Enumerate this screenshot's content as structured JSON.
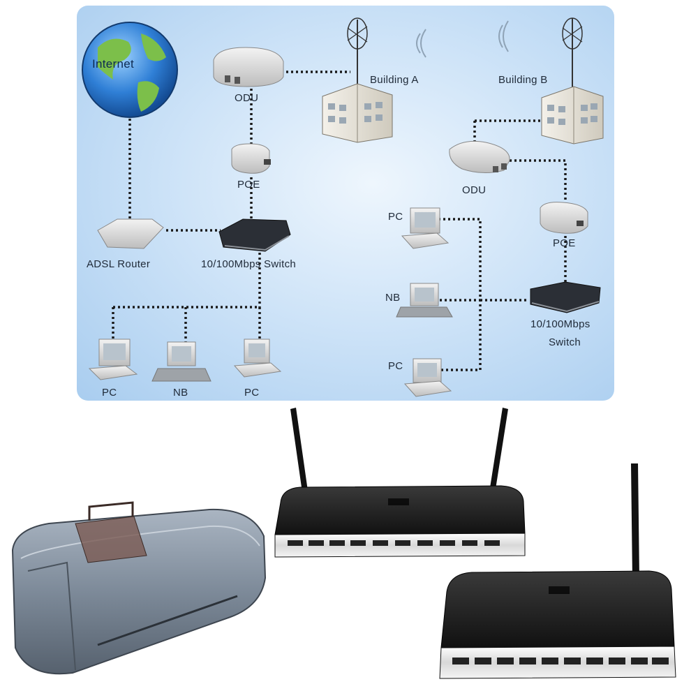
{
  "diagram": {
    "labels": {
      "internet": "Internet",
      "odu_a": "ODU",
      "poe_a": "POE",
      "building_a": "Building A",
      "building_b": "Building B",
      "odu_b": "ODU",
      "poe_b": "POE",
      "adsl_router": "ADSL Router",
      "switch_a": "10/100Mbps Switch",
      "switch_b_line1": "10/100Mbps",
      "switch_b_line2": "Switch",
      "pc_left_1": "PC",
      "nb_left": "NB",
      "pc_left_2": "PC",
      "pc_right_top": "PC",
      "nb_right": "NB",
      "pc_right_bottom": "PC"
    }
  },
  "colors": {
    "diagram_bg": "#a9cdef",
    "dotted_link": "#1a1a1a",
    "router_body": "#1c1c1c",
    "access_point_body": "#6f7d8c"
  },
  "icons": [
    "globe-icon",
    "odu-icon",
    "poe-icon",
    "building-icon",
    "antenna-icon",
    "router-icon",
    "switch-icon",
    "pc-icon",
    "notebook-icon"
  ]
}
